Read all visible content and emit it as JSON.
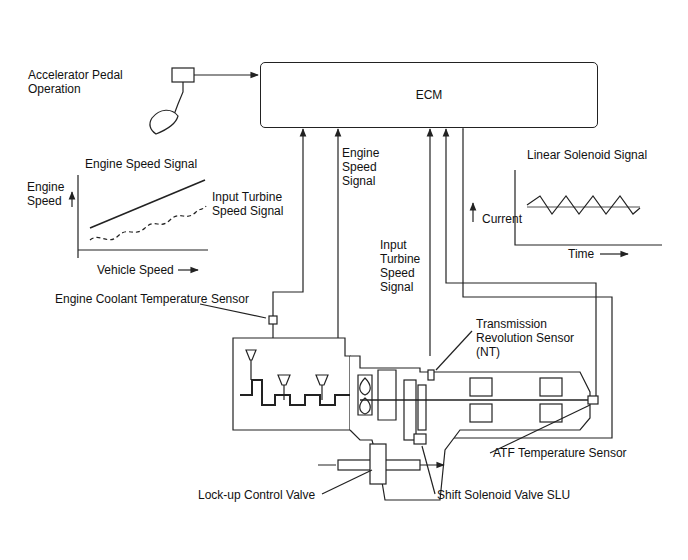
{
  "diagram": {
    "nodes": [
      {
        "text": [
          "ECM"
        ]
      }
    ],
    "labels": [
      "Accelerator Pedal Operation",
      "Engine Speed Signal",
      "Engine Speed",
      "Input Turbine Speed Signal",
      "Vehicle Speed",
      "Engine Speed Signal",
      "Input Turbine Speed Signal",
      "Linear Solenoid Signal",
      "Current",
      "Time",
      "Engine Coolant Temperature Sensor",
      "Transmission Revolution Sensor (NT)",
      "ATF Temperature Sensor",
      "Shift Solenoid Valve SLU",
      "Lock-up Control Valve"
    ]
  }
}
